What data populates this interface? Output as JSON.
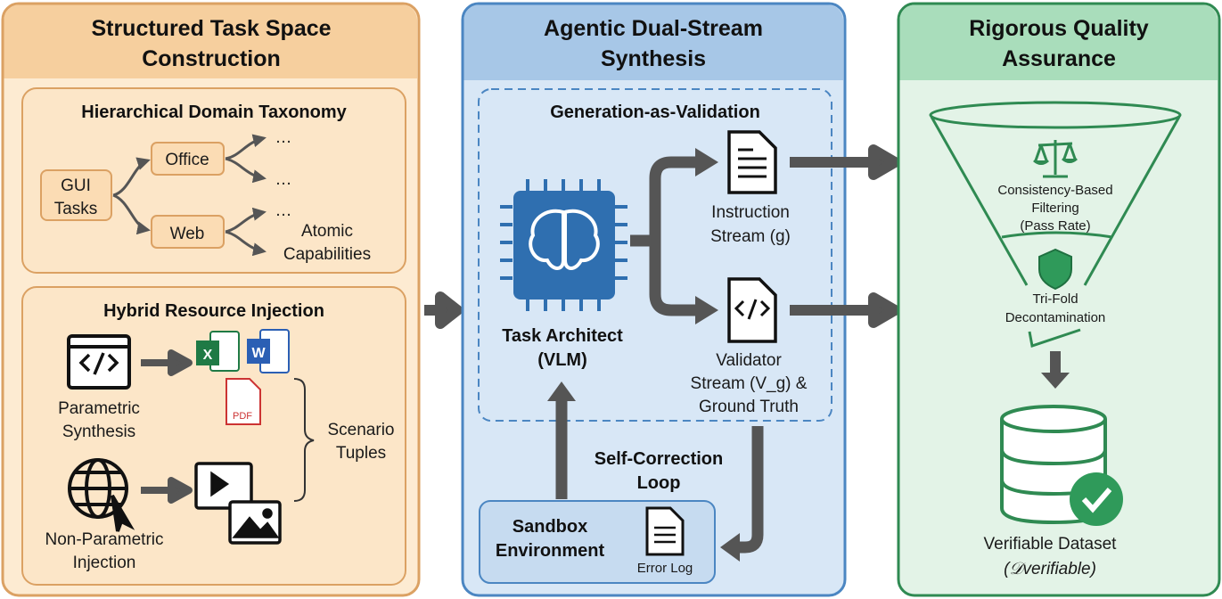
{
  "colors": {
    "orange_header": "#f6cf9e",
    "orange_body": "#fdebd2",
    "orange_stroke": "#dba163",
    "blue_header": "#a7c7e7",
    "blue_body": "#d8e7f6",
    "blue_stroke": "#4b86c2",
    "green_header": "#a9ddbb",
    "green_body": "#e3f3e7",
    "green_stroke": "#2f8a52",
    "arrow": "#555555"
  },
  "left": {
    "title_line1": "Structured Task Space",
    "title_line2": "Construction",
    "taxonomy": {
      "title": "Hierarchical Domain Taxonomy",
      "root_line1": "GUI",
      "root_line2": "Tasks",
      "office": "Office",
      "web": "Web",
      "ellipsis": "…",
      "leaf_line1": "Atomic",
      "leaf_line2": "Capabilities"
    },
    "resource": {
      "title": "Hybrid Resource Injection",
      "parametric_line1": "Parametric",
      "parametric_line2": "Synthesis",
      "nonparam_line1": "Non-Parametric",
      "nonparam_line2": "Injection",
      "tuples_line1": "Scenario",
      "tuples_line2": "Tuples",
      "excel": "X",
      "word": "W",
      "pdf": "PDF"
    }
  },
  "middle": {
    "title_line1": "Agentic Dual-Stream",
    "title_line2": "Synthesis",
    "gav": "Generation-as-Validation",
    "architect_line1": "Task Architect",
    "architect_line2": "(VLM)",
    "instruction_line1": "Instruction",
    "instruction_line2": "Stream (g)",
    "validator_line1": "Validator",
    "validator_line2": "Stream (V_g) &",
    "validator_line3": "Ground Truth",
    "loop_line1": "Self-Correction",
    "loop_line2": "Loop",
    "sandbox_line1": "Sandbox",
    "sandbox_line2": "Environment",
    "error_log": "Error Log"
  },
  "right": {
    "title_line1": "Rigorous Quality",
    "title_line2": "Assurance",
    "filter_line1": "Consistency-Based",
    "filter_line2": "Filtering",
    "filter_line3": "(Pass Rate)",
    "decon_line1": "Tri-Fold",
    "decon_line2": "Decontamination",
    "dataset": "Verifiable Dataset",
    "dataset_symbol": "(𝒟verifiable)"
  }
}
